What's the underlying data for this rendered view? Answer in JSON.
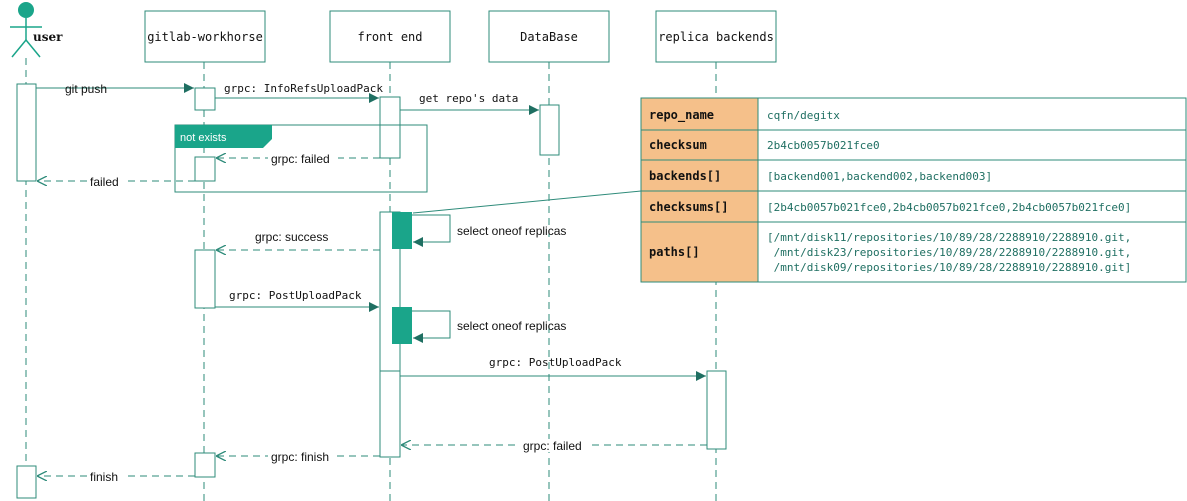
{
  "colors": {
    "teal": "#1aa58a",
    "line": "#2e8b7a",
    "table_header_bg": "#f5c08a",
    "table_value_text": "#1f6f62",
    "text": "#111111"
  },
  "participants": {
    "user": "user",
    "workhorse": "gitlab-workhorse",
    "frontend": "front end",
    "database": "DataBase",
    "replica": "replica backends"
  },
  "messages": {
    "git_push": "git push",
    "grpc_inforefs": "grpc: InfoRefsUploadPack",
    "get_repo_data": "get repo's data",
    "grpc_failed_1": "grpc: failed",
    "failed": "failed",
    "select_replica_1": "select oneof replicas",
    "grpc_success": "grpc: success",
    "grpc_postupload_1": "grpc: PostUploadPack",
    "select_replica_2": "select oneof replicas",
    "grpc_postupload_2": "grpc: PostUploadPack",
    "grpc_failed_2": "grpc: failed",
    "grpc_finish": "grpc: finish",
    "finish": "finish"
  },
  "fragment": {
    "label": "not exists"
  },
  "repo_table": [
    {
      "key": "repo_name",
      "lines": [
        "cqfn/degitx"
      ]
    },
    {
      "key": "checksum",
      "lines": [
        "2b4cb0057b021fce0"
      ]
    },
    {
      "key": "backends[]",
      "lines": [
        "[backend001,backend002,backend003]"
      ]
    },
    {
      "key": "checksums[]",
      "lines": [
        "[2b4cb0057b021fce0,2b4cb0057b021fce0,2b4cb0057b021fce0]"
      ]
    },
    {
      "key": "paths[]",
      "lines": [
        "[/mnt/disk11/repositories/10/89/28/2288910/2288910.git,",
        " /mnt/disk23/repositories/10/89/28/2288910/2288910.git,",
        " /mnt/disk09/repositories/10/89/28/2288910/2288910.git]"
      ]
    }
  ]
}
